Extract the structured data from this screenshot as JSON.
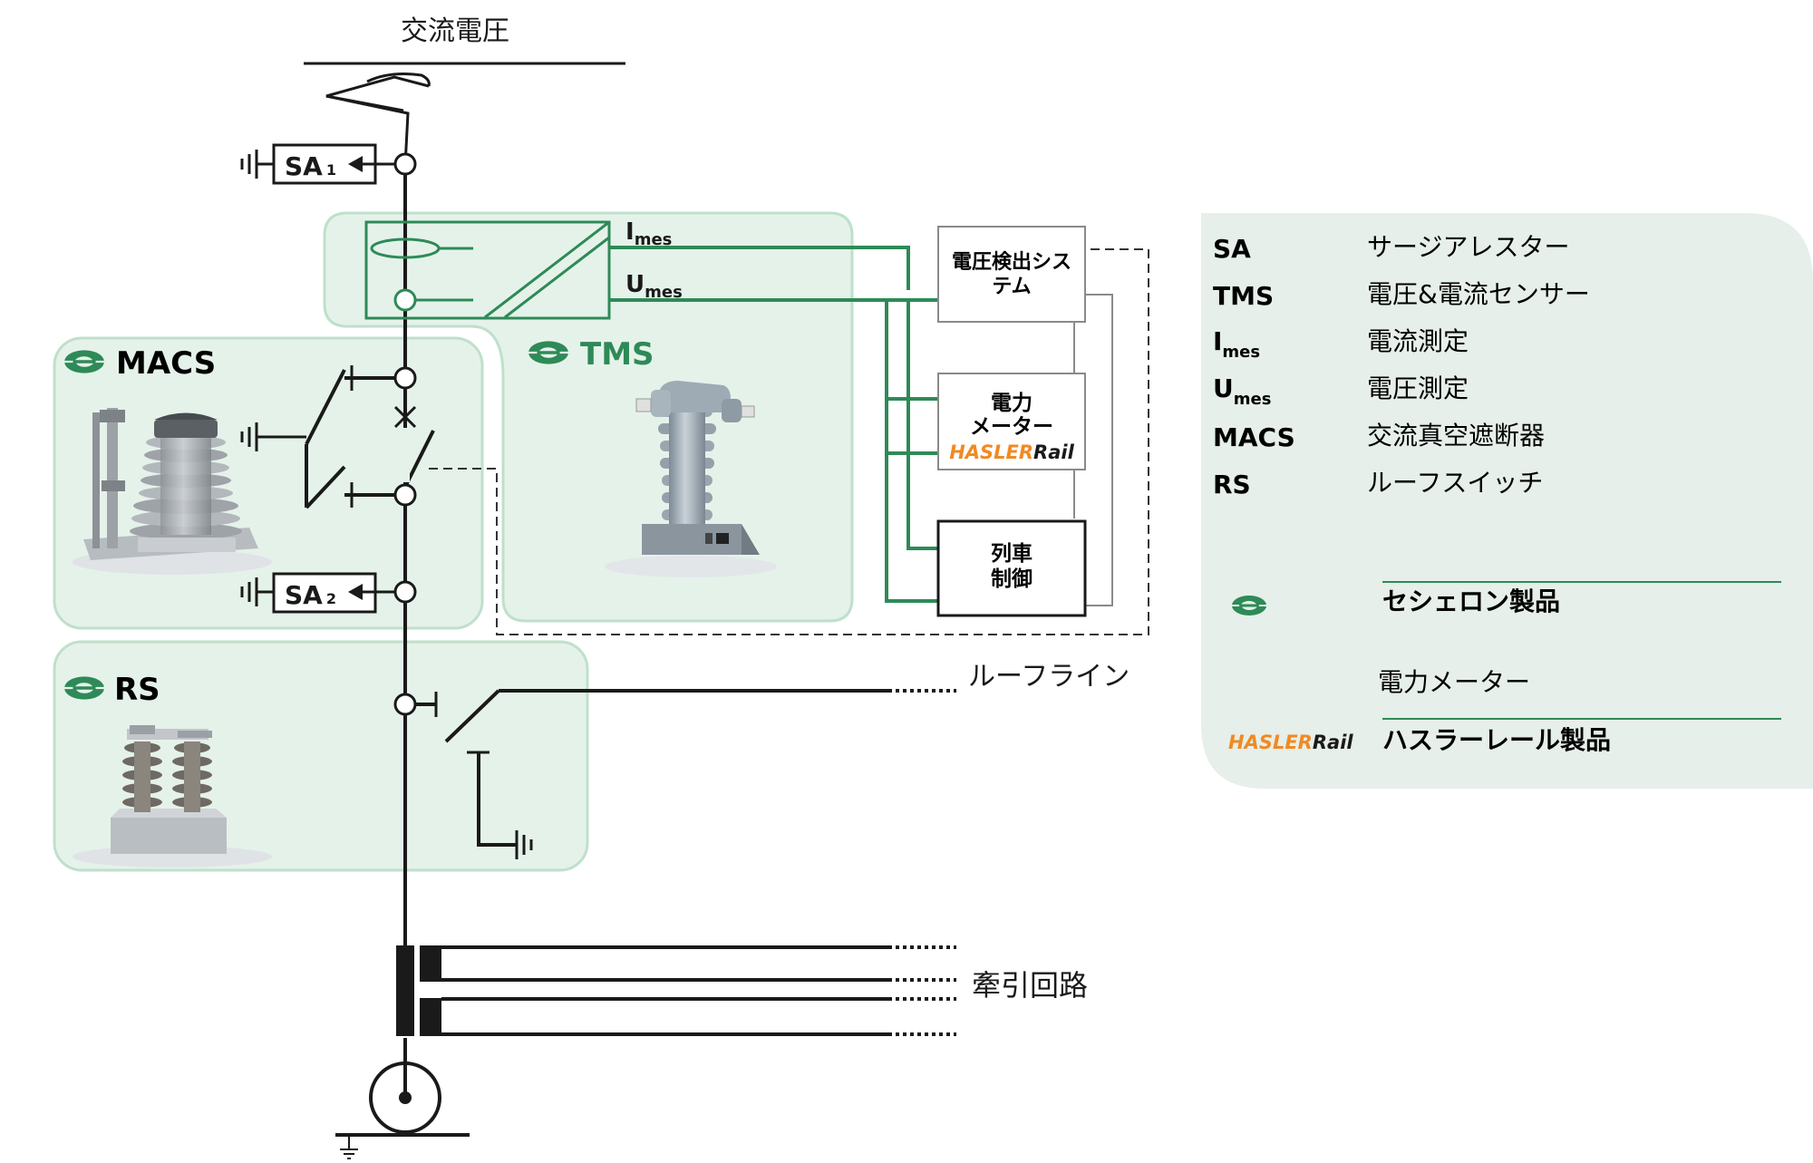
{
  "title": "交流電圧",
  "devices": {
    "sa1": {
      "main": "SA",
      "sub": "1"
    },
    "sa2": {
      "main": "SA",
      "sub": "2"
    },
    "imes": {
      "main": "I",
      "sub": "mes"
    },
    "umes": {
      "main": "U",
      "sub": "mes"
    },
    "macs": "MACS",
    "tms": "TMS",
    "rs": "RS"
  },
  "boxes": {
    "voltage_detection": [
      "電圧検出シス",
      "テム"
    ],
    "power_meter": [
      "電力",
      "メーター"
    ],
    "hasler": {
      "part1": "HASLER",
      "part2": "Rail"
    },
    "train_control": [
      "列車",
      "制御"
    ]
  },
  "lines": {
    "roof_line": "ルーフライン",
    "traction_circuit": "牽引回路"
  },
  "legend": {
    "items": [
      {
        "abbr": "SA",
        "sub": "",
        "desc": "サージアレスター"
      },
      {
        "abbr": "TMS",
        "sub": "",
        "desc": "電圧&電流センサー"
      },
      {
        "abbr": "I",
        "sub": "mes",
        "desc": "電流測定"
      },
      {
        "abbr": "U",
        "sub": "mes",
        "desc": "電圧測定"
      },
      {
        "abbr": "MACS",
        "sub": "",
        "desc": "交流真空遮断器"
      },
      {
        "abbr": "RS",
        "sub": "",
        "desc": "ルーフスイッチ"
      }
    ],
    "secheron_products": "セシェロン製品",
    "power_meter": "電力メーター",
    "hasler_products": "ハスラーレール製品"
  },
  "colors": {
    "green": "#2e8a57",
    "panel_fill": "#e5f2ea",
    "panel_stroke": "#bfe0cb",
    "legend_fill": "#e6efe9",
    "hasler_orange": "#f08a24",
    "line": "#1a1a1a"
  },
  "icons": [
    "secheron-logo-icon",
    "ground-icon",
    "arrow-left-icon",
    "current-sensor-coil-icon",
    "breaker-x-icon"
  ]
}
